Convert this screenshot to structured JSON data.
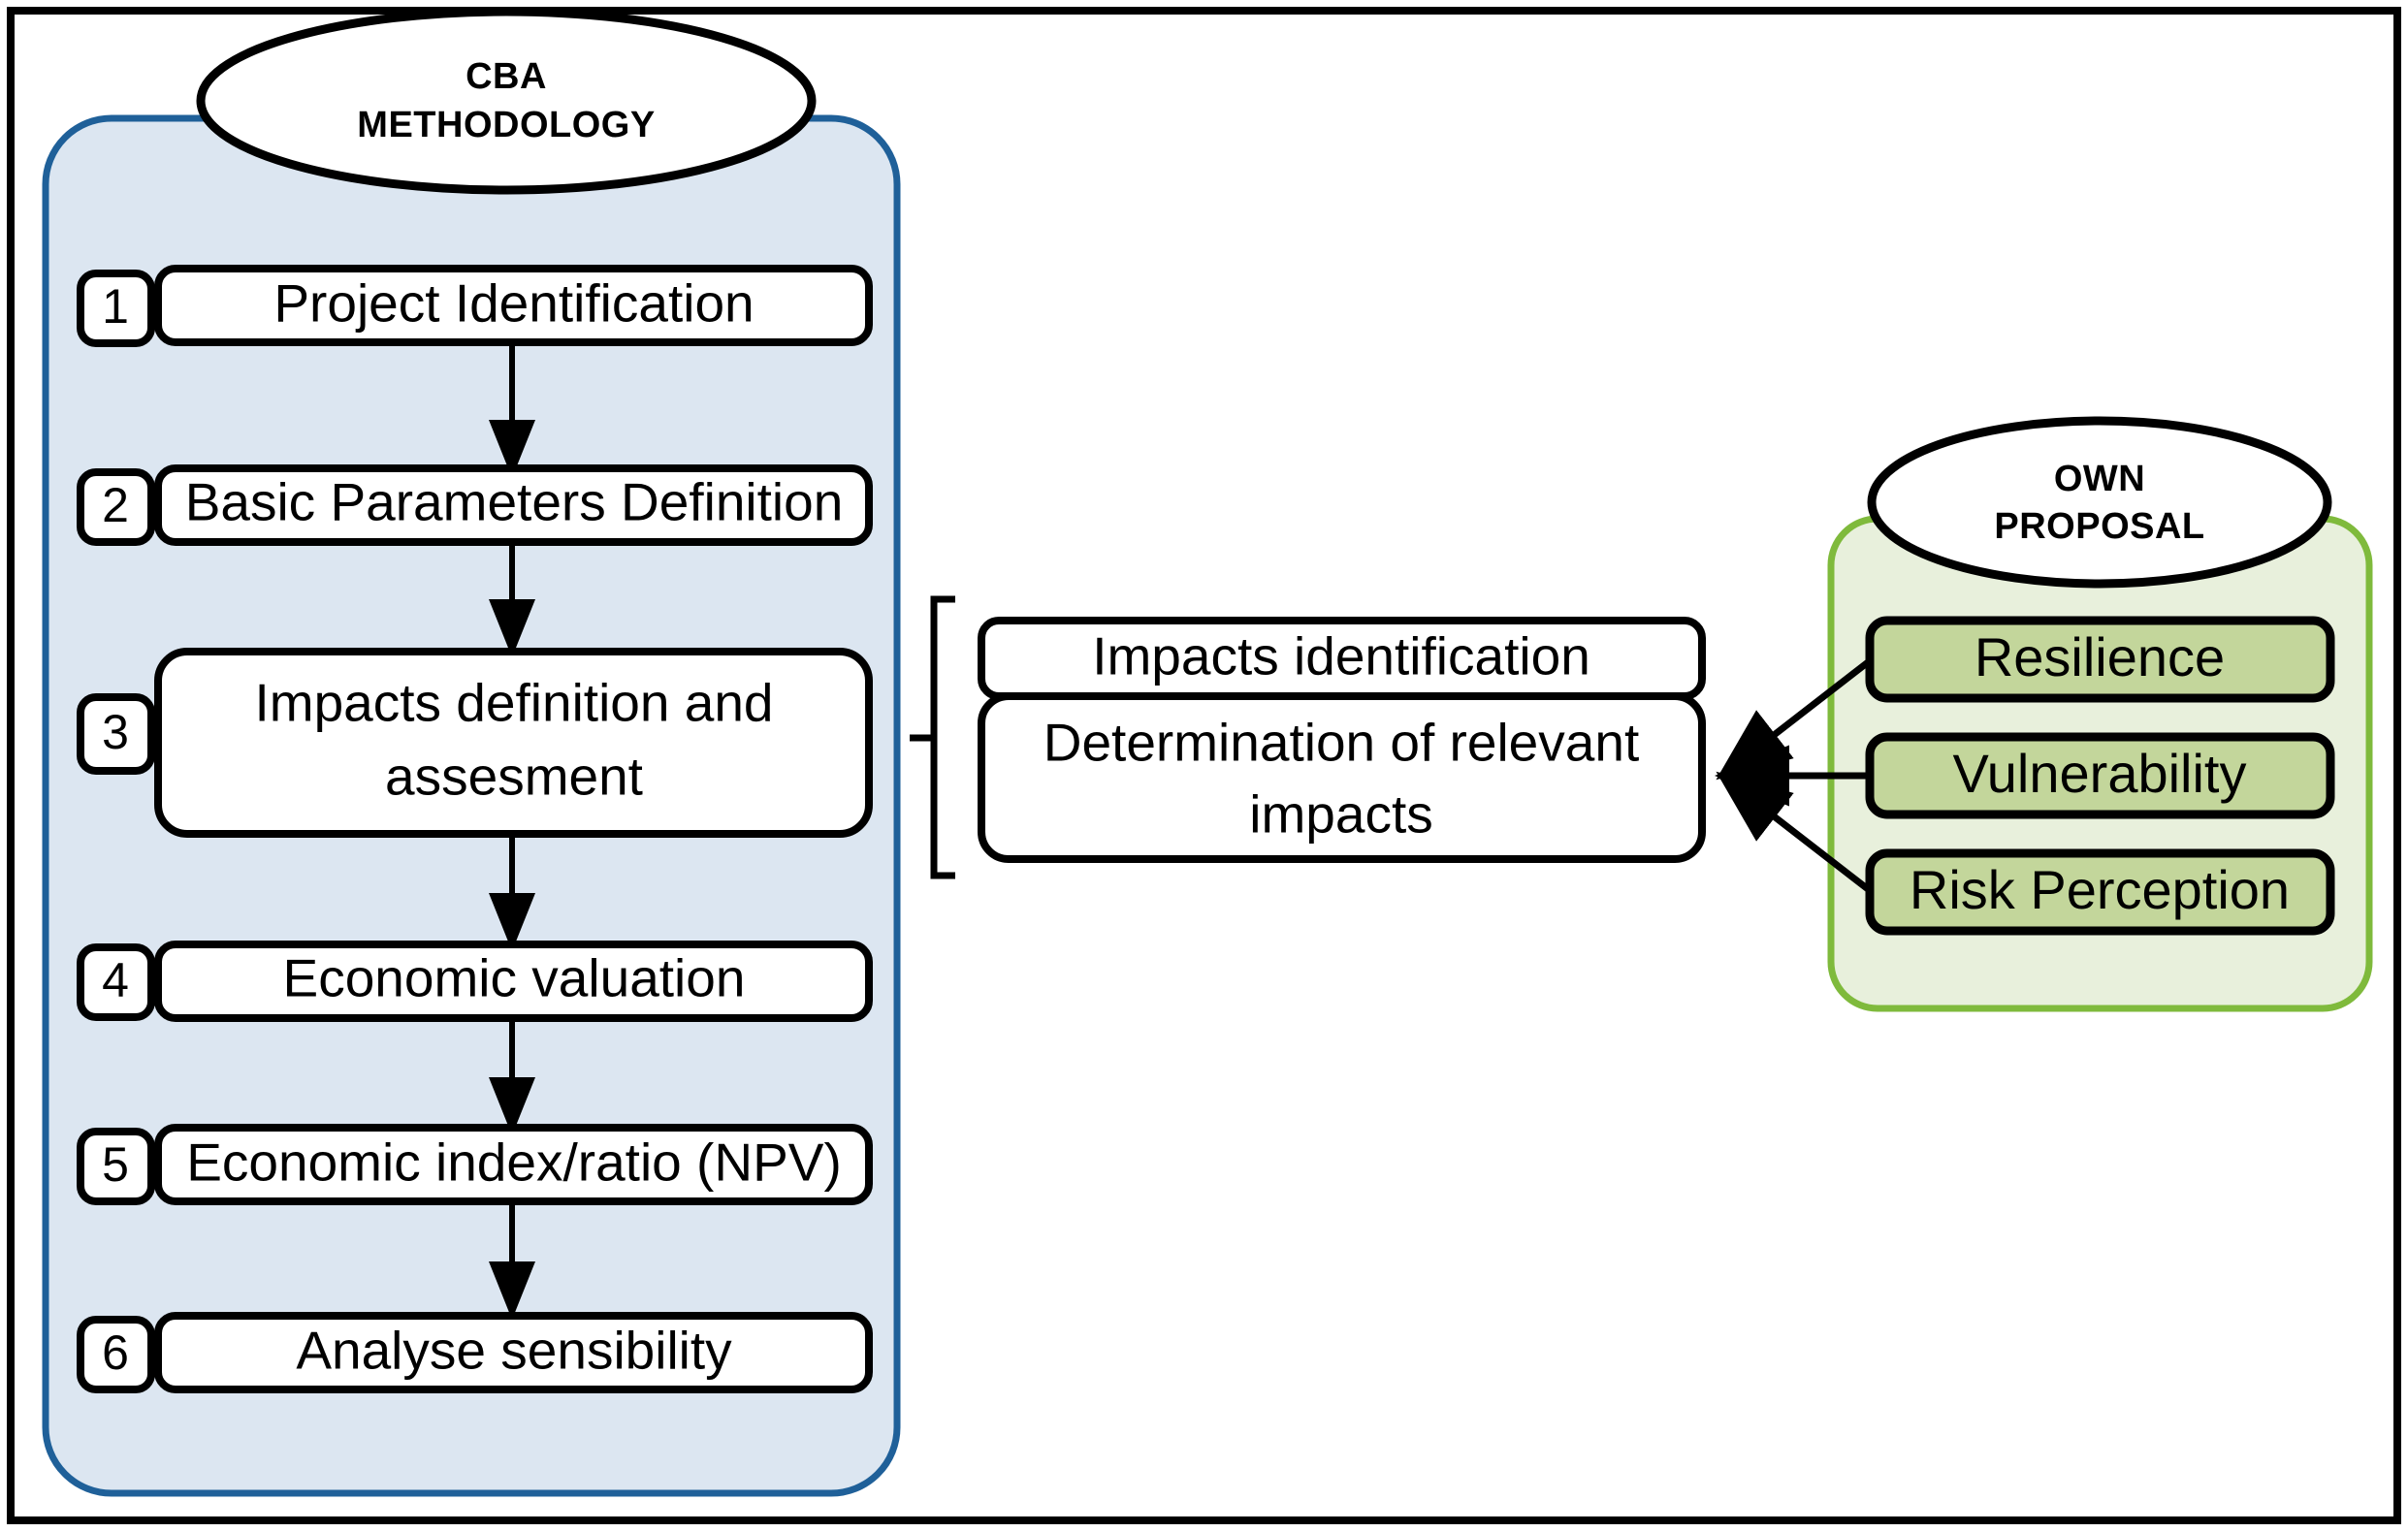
{
  "diagram": {
    "title_left": "CBA METHODOLOGY",
    "title_right": "OWN PROPOSAL",
    "left_panel": {
      "ellipse_line1": "CBA",
      "ellipse_line2": "METHODOLOGY",
      "fill_color": "#DCE6F1",
      "border_color": "#1F6099",
      "steps": [
        {
          "number": "1",
          "label": "Project Identification"
        },
        {
          "number": "2",
          "label": "Basic Parameters Definition"
        },
        {
          "number": "3",
          "label_line1": "Impacts definition and",
          "label_line2": "assesment"
        },
        {
          "number": "4",
          "label": "Economic valuation"
        },
        {
          "number": "5",
          "label": "Economic index/ratio (NPV)"
        },
        {
          "number": "6",
          "label": "Analyse sensibility"
        }
      ]
    },
    "middle": {
      "boxes": [
        {
          "line1": "Impacts identification"
        },
        {
          "line1": "Determination of relevant",
          "line2": "impacts"
        }
      ],
      "bracket": "["
    },
    "right_panel": {
      "ellipse_line1": "OWN",
      "ellipse_line2": "PROPOSAL",
      "fill_color": "#E8F0DC",
      "border_color": "#7FBA3C",
      "box_fill_color": "#C3D69B",
      "items": [
        {
          "label": "Resilience"
        },
        {
          "label": "Vulnerability"
        },
        {
          "label": "Risk Perception"
        }
      ]
    },
    "frame": {
      "border_color": "#000000"
    }
  }
}
